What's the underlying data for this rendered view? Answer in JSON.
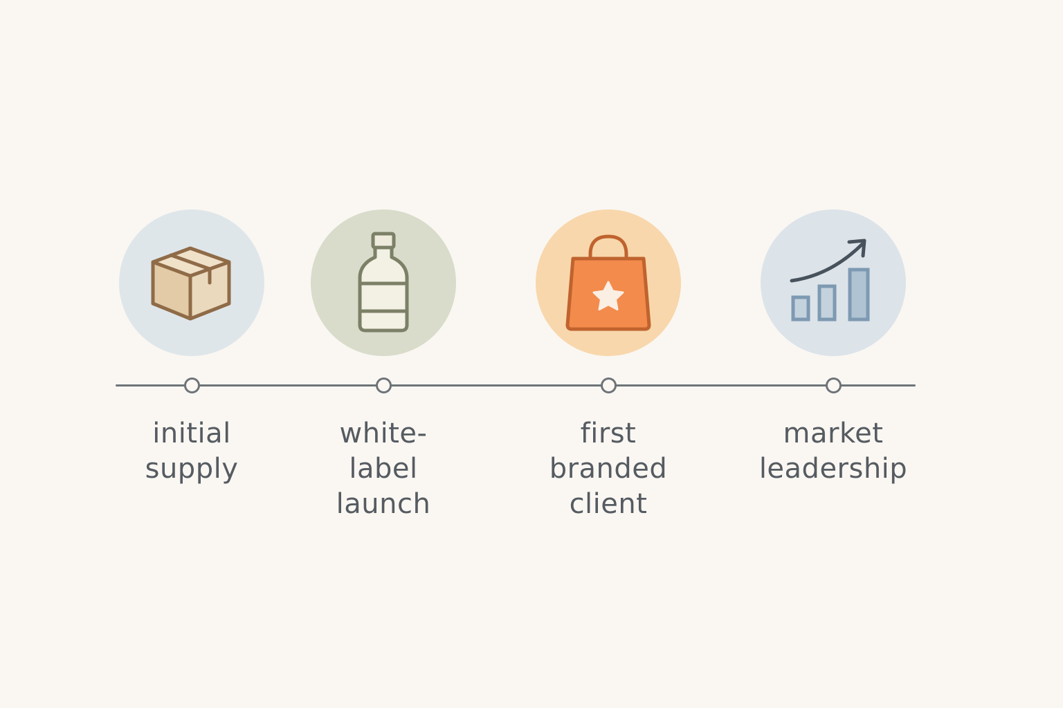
{
  "milestones": [
    {
      "icon": "box-icon",
      "circle_color": "#dfe6ea",
      "label_lines": [
        "initial",
        "supply"
      ]
    },
    {
      "icon": "bottle-icon",
      "circle_color": "#d9dccb",
      "label_lines": [
        "white-",
        "label",
        "launch"
      ]
    },
    {
      "icon": "shopping-bag-star-icon",
      "circle_color": "#f8d7ac",
      "label_lines": [
        "first",
        "branded",
        "client"
      ]
    },
    {
      "icon": "growth-chart-icon",
      "circle_color": "#dce3e9",
      "label_lines": [
        "market",
        "leadership"
      ]
    }
  ],
  "colors": {
    "background": "#faf7f2",
    "line": "#6d7378",
    "label_text": "#555b61"
  }
}
